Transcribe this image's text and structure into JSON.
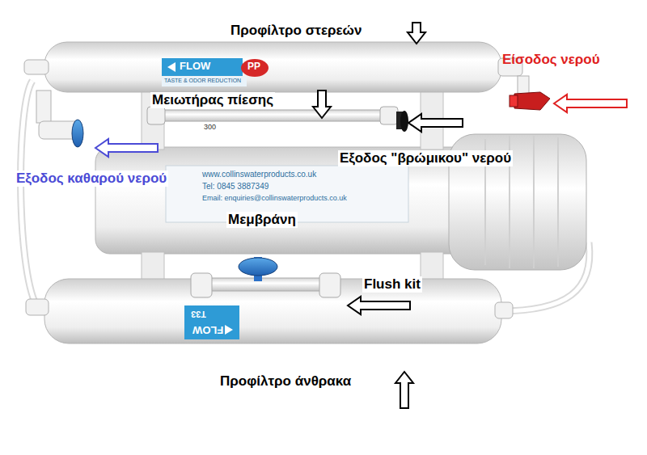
{
  "diagram": {
    "labels": [
      "Προφίλτρο στερεών",
      "Είσοδος νερού",
      "FLOW",
      "PP",
      "TASTE & ODOR REDUCTION",
      "Μειωτήρας πίεσης",
      "300",
      "Εξοδος \"βρώμικου\" νερού",
      "Εξοδος καθαρού νερού",
      "www.collinswaterproducts.co.uk",
      "Tel: 0845 3887349",
      "Email: enquiries@collinswaterproducts.co.uk",
      "Μεμβράνη",
      "Flush kit",
      "T33",
      "FLOW",
      "Προφίλτρο άνθρακα"
    ]
  }
}
